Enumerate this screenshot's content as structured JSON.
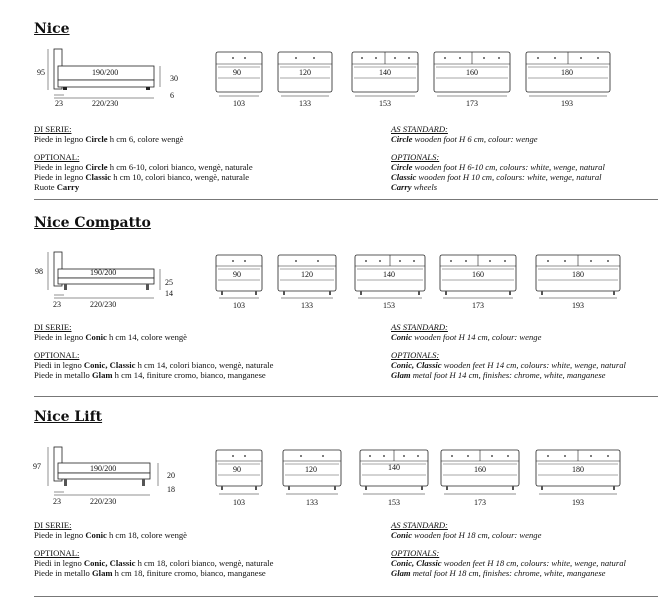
{
  "sections": [
    {
      "title": "Nice",
      "side": {
        "height": "95",
        "mattress": "190/200",
        "frame_h": "30",
        "foot_h": "6",
        "foot_w": "23",
        "length": "220/230"
      },
      "tops": [
        {
          "label": "90",
          "dim": "103"
        },
        {
          "label": "120",
          "dim": "133"
        },
        {
          "label": "140",
          "dim": "153"
        },
        {
          "label": "160",
          "dim": "173"
        },
        {
          "label": "180",
          "dim": "193"
        }
      ],
      "it": {
        "std_head": "DI SERIE:",
        "std_lines": [
          [
            {
              "t": "Piede in legno "
            },
            {
              "t": "Circle",
              "b": true
            },
            {
              "t": " h cm 6, colore wengè"
            }
          ]
        ],
        "opt_head": "OPTIONAL:",
        "opt_lines": [
          [
            {
              "t": "Piede in legno "
            },
            {
              "t": "Circle",
              "b": true
            },
            {
              "t": " h cm 6-10, colori bianco, wengè, naturale"
            }
          ],
          [
            {
              "t": "Piede in legno "
            },
            {
              "t": "Classic",
              "b": true
            },
            {
              "t": " h cm 10, colori bianco, wengè, naturale"
            }
          ],
          [
            {
              "t": "Ruote "
            },
            {
              "t": "Carry",
              "b": true
            }
          ]
        ]
      },
      "en": {
        "std_head": "AS STANDARD:",
        "std_lines": [
          [
            {
              "t": "Circle",
              "b": true
            },
            {
              "t": " wooden foot H 6 cm, colour: wenge"
            }
          ]
        ],
        "opt_head": "OPTIONALS:",
        "opt_lines": [
          [
            {
              "t": "Circle",
              "b": true
            },
            {
              "t": " wooden foot H 6-10 cm, colours: white, wenge, natural"
            }
          ],
          [
            {
              "t": "Classic",
              "b": true
            },
            {
              "t": " wooden foot H 10 cm, colours: white, wenge, natural"
            }
          ],
          [
            {
              "t": "Carry",
              "b": true
            },
            {
              "t": " wheels"
            }
          ]
        ]
      }
    },
    {
      "title": "Nice Compatto",
      "side": {
        "height": "98",
        "mattress": "190/200",
        "frame_h": "25",
        "foot_h": "14",
        "foot_w": "23",
        "length": "220/230"
      },
      "tops": [
        {
          "label": "90",
          "dim": "103"
        },
        {
          "label": "120",
          "dim": "133"
        },
        {
          "label": "140",
          "dim": "153"
        },
        {
          "label": "160",
          "dim": "173"
        },
        {
          "label": "180",
          "dim": "193"
        }
      ],
      "it": {
        "std_head": "DI SERIE:",
        "std_lines": [
          [
            {
              "t": "Piede in legno "
            },
            {
              "t": "Conic",
              "b": true
            },
            {
              "t": " h cm 14, colore wengè"
            }
          ]
        ],
        "opt_head": "OPTIONAL:",
        "opt_lines": [
          [
            {
              "t": "Piedi in legno "
            },
            {
              "t": "Conic, Classic",
              "b": true
            },
            {
              "t": " h cm 14, colori bianco, wengè, naturale"
            }
          ],
          [
            {
              "t": "Piede in metallo "
            },
            {
              "t": "Glam",
              "b": true
            },
            {
              "t": " h cm 14, finiture cromo, bianco, manganese"
            }
          ]
        ]
      },
      "en": {
        "std_head": "AS STANDARD:",
        "std_lines": [
          [
            {
              "t": "Conic",
              "b": true
            },
            {
              "t": " wooden foot H 14 cm, colour: wenge"
            }
          ]
        ],
        "opt_head": "OPTIONALS:",
        "opt_lines": [
          [
            {
              "t": "Conic, Classic",
              "b": true
            },
            {
              "t": " wooden feet H 14 cm, colours: white, wenge, natural"
            }
          ],
          [
            {
              "t": "Glam",
              "b": true
            },
            {
              "t": " metal foot H 14 cm, finishes: chrome, white, manganese"
            }
          ]
        ]
      }
    },
    {
      "title": "Nice Lift",
      "side": {
        "height": "97",
        "mattress": "190/200",
        "frame_h": "20",
        "foot_h": "18",
        "foot_w": "23",
        "length": "220/230"
      },
      "tops": [
        {
          "label": "90",
          "dim": "103"
        },
        {
          "label": "120",
          "dim": "133"
        },
        {
          "label": "140",
          "dim": "153"
        },
        {
          "label": "160",
          "dim": "173"
        },
        {
          "label": "180",
          "dim": "193"
        }
      ],
      "it": {
        "std_head": "DI SERIE:",
        "std_lines": [
          [
            {
              "t": "Piede in legno "
            },
            {
              "t": "Conic",
              "b": true
            },
            {
              "t": " h cm 18, colore wengè"
            }
          ]
        ],
        "opt_head": "OPTIONAL:",
        "opt_lines": [
          [
            {
              "t": "Piedi in legno "
            },
            {
              "t": "Conic, Classic",
              "b": true
            },
            {
              "t": " h cm 18, colori bianco, wengè, naturale"
            }
          ],
          [
            {
              "t": "Piede in metallo "
            },
            {
              "t": "Glam",
              "b": true
            },
            {
              "t": " h cm 18, finiture cromo, bianco, manganese"
            }
          ]
        ]
      },
      "en": {
        "std_head": "AS STANDARD:",
        "std_lines": [
          [
            {
              "t": "Conic",
              "b": true
            },
            {
              "t": " wooden foot H 18 cm, colour: wenge"
            }
          ]
        ],
        "opt_head": "OPTIONALS:",
        "opt_lines": [
          [
            {
              "t": "Conic, Classic",
              "b": true
            },
            {
              "t": " wooden feet H 18 cm, colours: white, wenge, natural"
            }
          ],
          [
            {
              "t": "Glam",
              "b": true
            },
            {
              "t": " metal foot H 18 cm, finishes: chrome, white, manganese"
            }
          ]
        ]
      }
    }
  ]
}
